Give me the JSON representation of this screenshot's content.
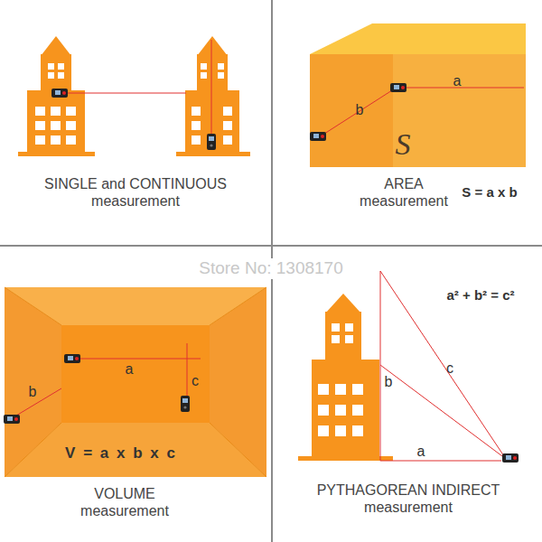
{
  "diagram": {
    "labels": [
      "SINGLE and CONTINUOUS measurement",
      "AREA measurement",
      "S = a x b",
      "a",
      "b",
      "S",
      "Store No: 1308170",
      "VOLUME measurement",
      "V = a x b x c",
      "a",
      "b",
      "c",
      "PYTHAGOREAN INDIRECT measurement",
      "a² + b² = c²",
      "a",
      "b",
      "c"
    ]
  }
}
